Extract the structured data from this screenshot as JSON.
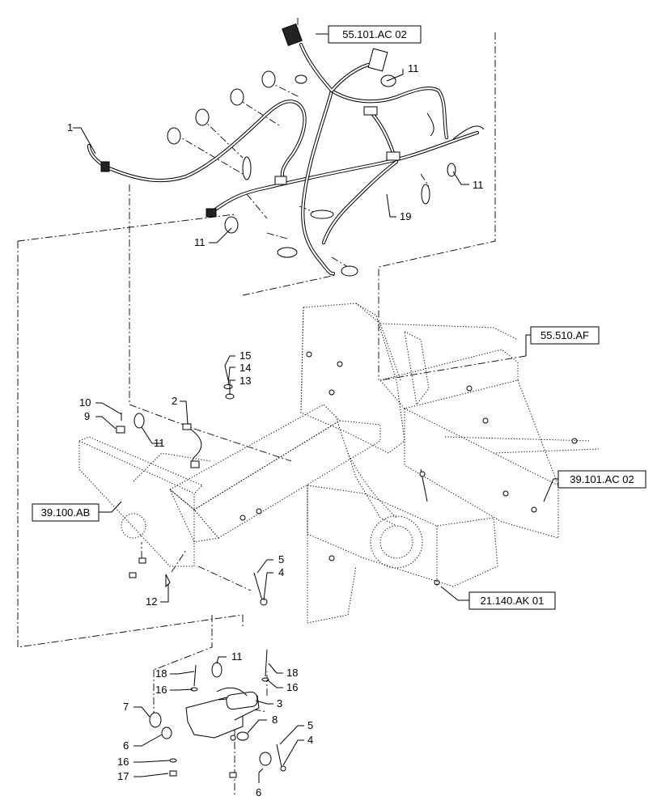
{
  "references": {
    "r1": "55.101.AC 02",
    "r2": "55.510.AF",
    "r3": "39.101.AC 02",
    "r4": "39.100.AB",
    "r5": "21.140.AK 01"
  },
  "callouts": {
    "c1": "1",
    "c11a": "11",
    "c11b": "11",
    "c11c": "11",
    "c19": "19",
    "c15": "15",
    "c14": "14",
    "c13": "13",
    "c10": "10",
    "c9": "9",
    "c11d": "11",
    "c2": "2",
    "c5a": "5",
    "c4a": "4",
    "c12": "12",
    "c11e": "11",
    "c18a": "18",
    "c16a": "16",
    "c18b": "18",
    "c16b": "16",
    "c3": "3",
    "c7": "7",
    "c6a": "6",
    "c16c": "16",
    "c17": "17",
    "c8": "8",
    "c5b": "5",
    "c4b": "4",
    "c6b": "6"
  }
}
